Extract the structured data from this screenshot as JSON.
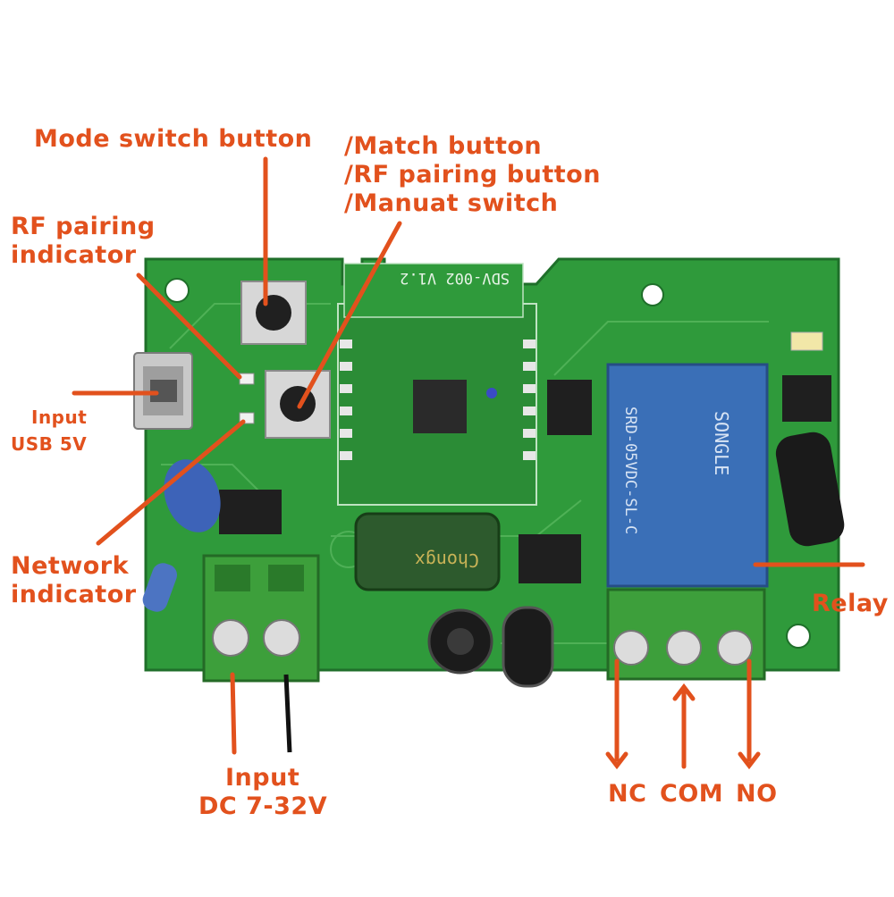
{
  "labels": {
    "mode_switch": "Mode switch button",
    "match_1": "/Match button",
    "match_2": "/RF pairing button",
    "match_3": "/Manuat switch",
    "rf_ind_1": "RF pairing",
    "rf_ind_2": "indicator",
    "usb_1": "Input",
    "usb_2": "USB  5V",
    "net_1": "Network",
    "net_2": "indicator",
    "relay": "Relay",
    "dc_1": "Input",
    "dc_2": "DC 7-32V",
    "nc": "NC",
    "com": "COM",
    "no": "NO"
  },
  "board": {
    "silk_version": "SDV-002 V1.2",
    "relay_model": "SRD-05VDC-SL-C",
    "relay_brand": "SONGLE",
    "cap_brand": "Chongx"
  },
  "colors": {
    "annotation": "#e2511d",
    "pcb": "#2f9a3b",
    "terminal": "#3d9f3b",
    "relay": "#3a6fb7"
  }
}
